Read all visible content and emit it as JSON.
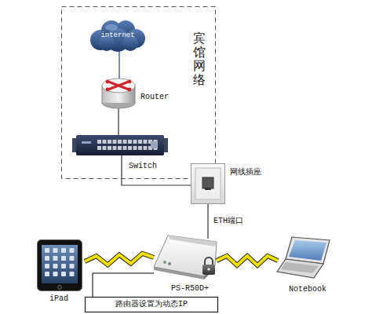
{
  "diagram": {
    "nodes": [
      {
        "text": [
          "宾馆网络"
        ]
      },
      {
        "text": [
          "internet"
        ],
        "in": 0
      },
      {
        "text": [
          "Router"
        ],
        "in": 0
      },
      {
        "text": [
          "Switch"
        ],
        "in": 0
      },
      {
        "text": [
          "网线插座"
        ]
      },
      {
        "text": [
          "PS-R50D+"
        ]
      },
      {
        "text": [
          "iPad"
        ]
      },
      {
        "text": [
          "Notebook"
        ]
      },
      {
        "text": [
          "路由器设置为动态IP"
        ]
      }
    ],
    "edges": [
      {
        "from": 1,
        "to": 2,
        "arrow": "none"
      },
      {
        "from": 2,
        "to": 3,
        "arrow": "none"
      },
      {
        "from": 3,
        "to": 4,
        "arrow": "none"
      },
      {
        "from": 4,
        "to": 5,
        "label": "ETH端口",
        "arrow": "none"
      },
      {
        "from": 6,
        "to": 5,
        "arrow": "none"
      },
      {
        "from": 5,
        "to": 7,
        "arrow": "none"
      },
      {
        "from": 8,
        "to": 5,
        "arrow": "none"
      }
    ]
  }
}
